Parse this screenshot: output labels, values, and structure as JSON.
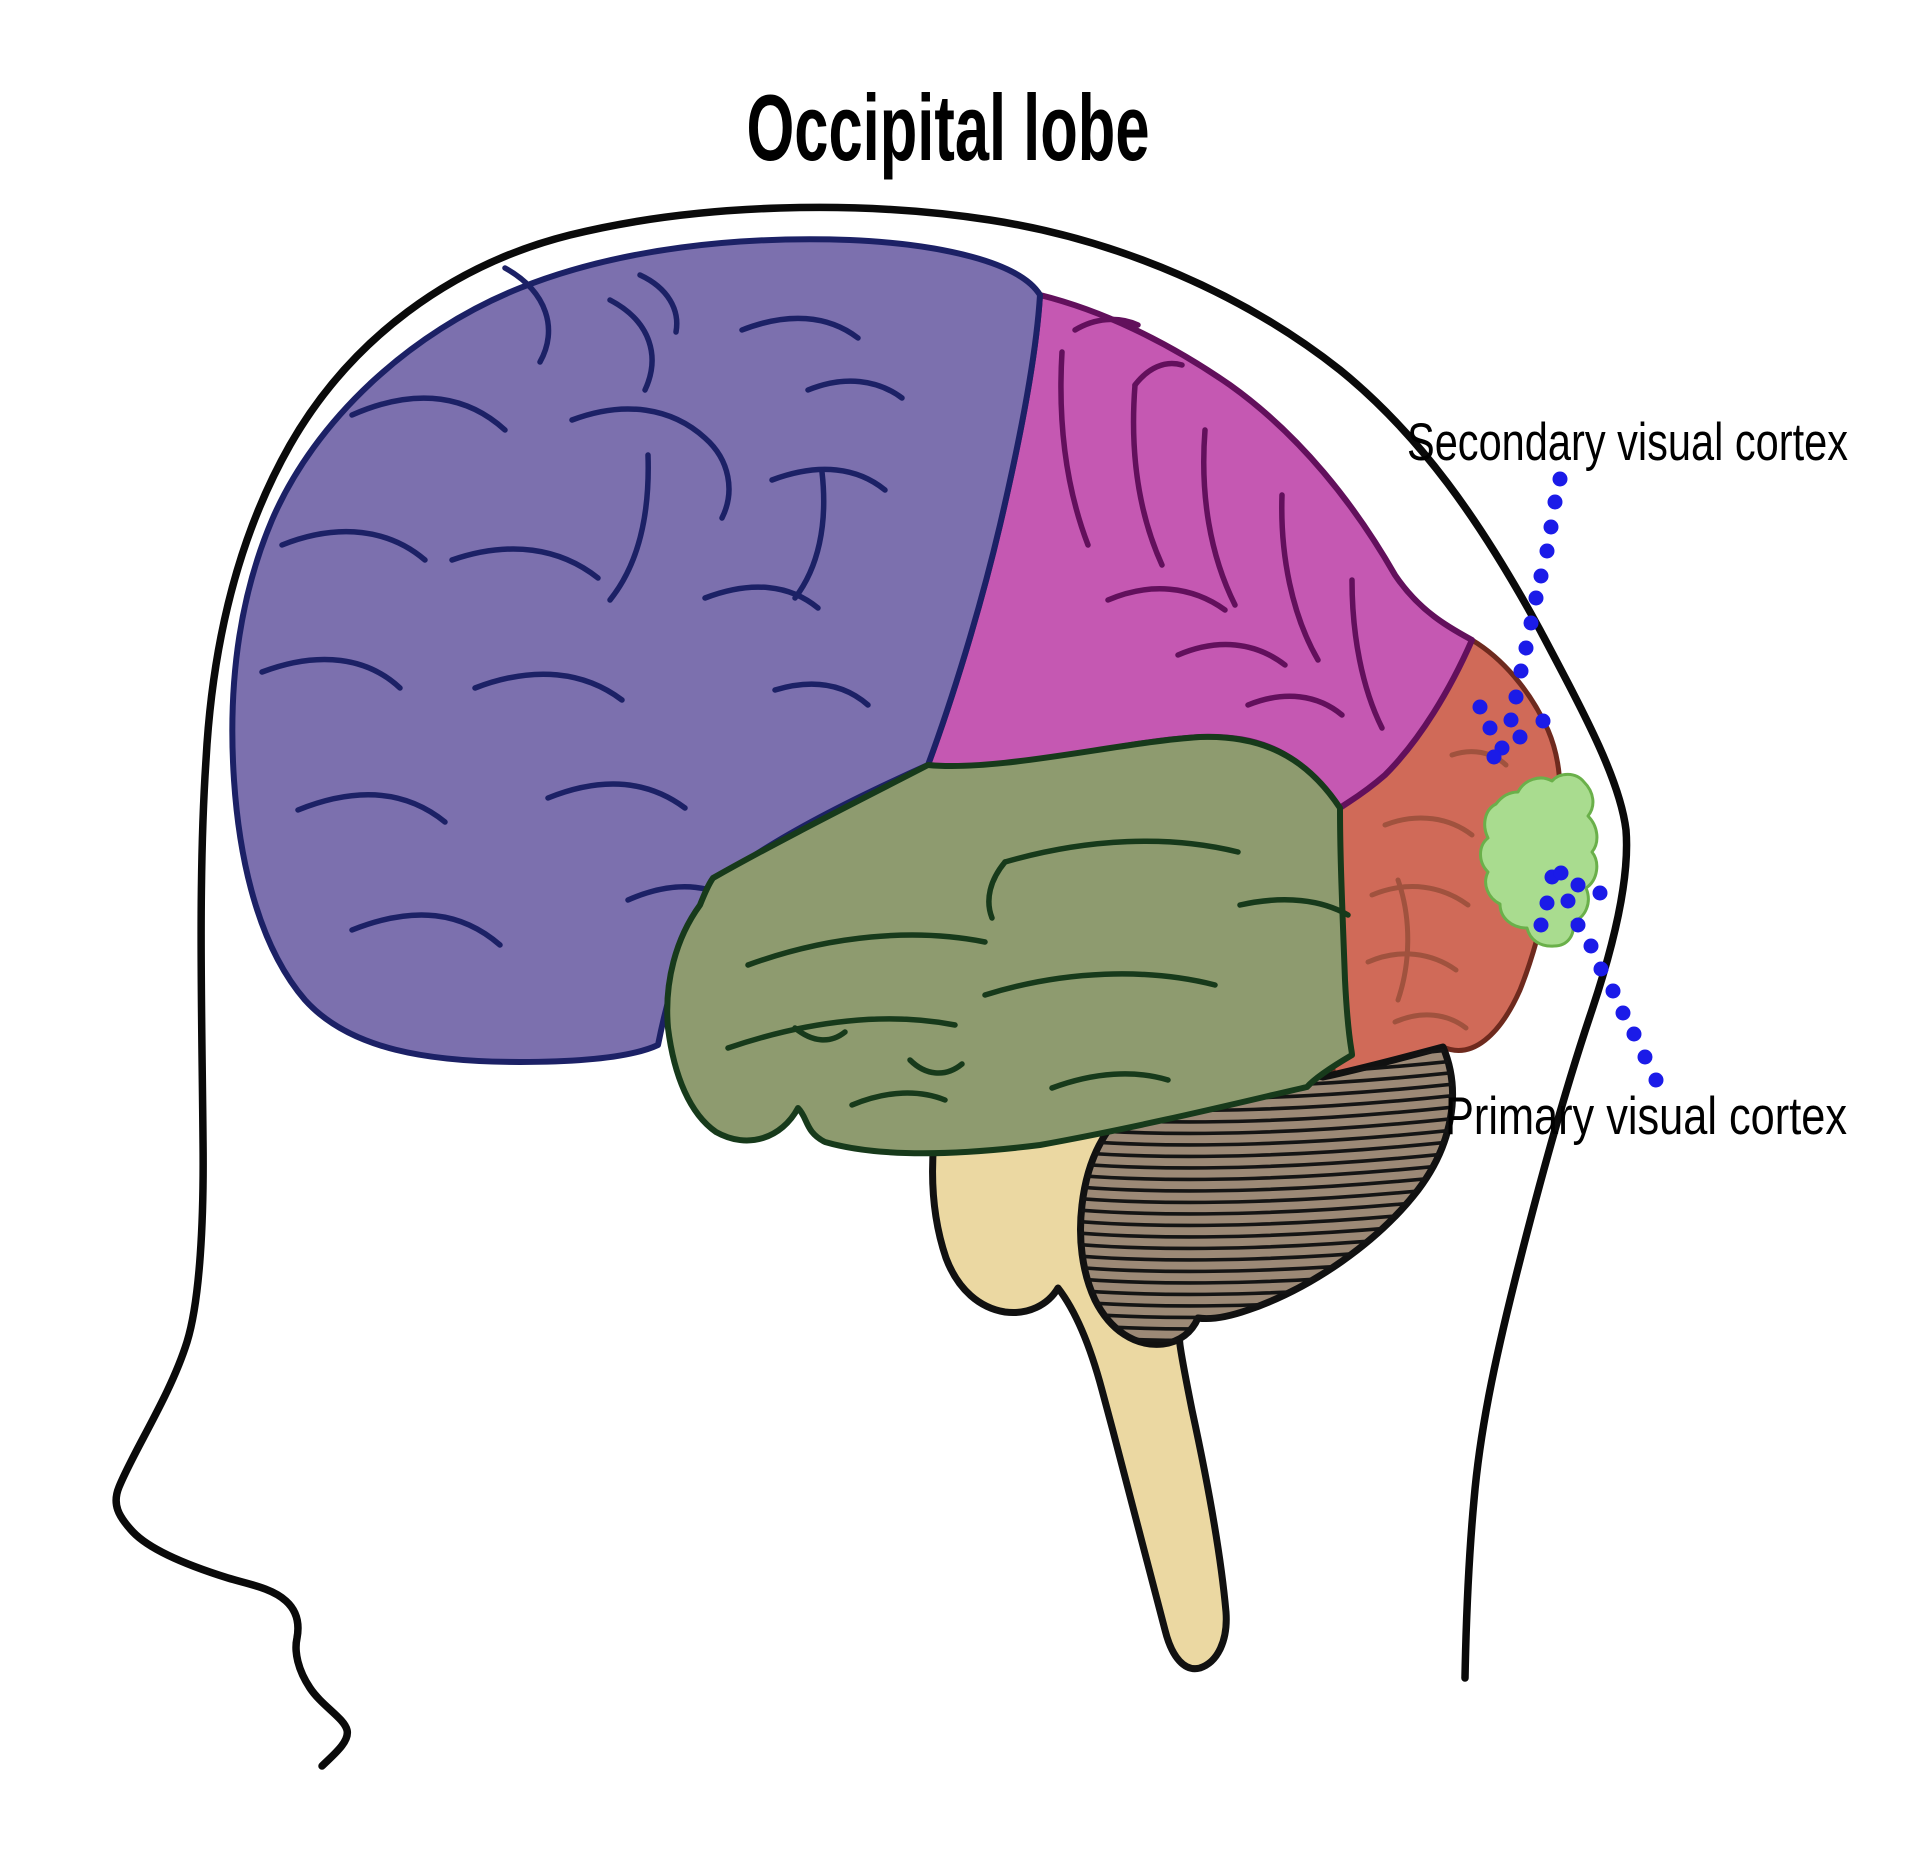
{
  "title": "Occipital lobe",
  "annotations": {
    "secondary": "Secondary visual cortex",
    "primary": "Primary visual cortex"
  },
  "colors": {
    "frontal_lobe": "#7c70ae",
    "frontal_outline": "#1c2166",
    "parietal_lobe": "#c558b2",
    "parietal_outline": "#62105c",
    "temporal_lobe": "#8e9b6f",
    "temporal_outline": "#173a1b",
    "occipital_lobe": "#d06a58",
    "occipital_outline": "#6e2a1e",
    "primary_visual_cortex_area": "#a9dc8f",
    "primary_visual_cortex_edge": "#6ab04a",
    "cerebellum": "#9c8976",
    "cerebellum_outline": "#111111",
    "brainstem": "#ebd8a2",
    "brainstem_outline": "#111111",
    "leader_dots": "#1b1be8",
    "head_outline": "#0a0a0a",
    "text": "#000000"
  }
}
